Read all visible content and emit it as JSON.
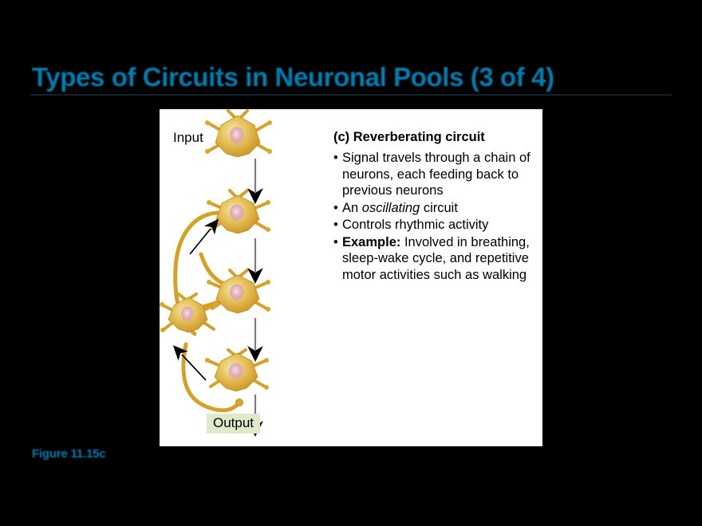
{
  "slide": {
    "title": "Types of Circuits in Neuronal Pools (3 of 4)",
    "figure_caption": "Figure 11.15c",
    "title_color": "#1b7ea3",
    "background_color": "#000000",
    "panel_background": "#ffffff"
  },
  "figure": {
    "heading": "(c) Reverberating circuit",
    "input_label": "Input",
    "output_label": "Output",
    "output_box_color": "#dfe9cc",
    "neuron_color": "#d9a82d",
    "neuron_highlight": "#f0d68a",
    "nucleus_color": "#e2b3bd",
    "arrow_color": "#000000",
    "bullets": [
      {
        "marker": "•",
        "segments": [
          {
            "text": "Signal travels through a chain of neurons, each feeding back to previous neurons",
            "style": "normal"
          }
        ]
      },
      {
        "marker": "•",
        "segments": [
          {
            "text": "An ",
            "style": "normal"
          },
          {
            "text": "oscillating",
            "style": "italic"
          },
          {
            "text": " circuit",
            "style": "normal"
          }
        ]
      },
      {
        "marker": "•",
        "segments": [
          {
            "text": "Controls rhythmic activity",
            "style": "normal"
          }
        ]
      },
      {
        "marker": "•",
        "segments": [
          {
            "text": "Example:",
            "style": "bold"
          },
          {
            "text": " Involved in breathing, sleep-wake cycle, and repetitive motor activities such as walking",
            "style": "normal"
          }
        ]
      }
    ],
    "bullet_texts": [
      "Signal travels through a chain of neurons, each feeding back to previous neurons",
      "An oscillating circuit",
      "Controls rhythmic activity",
      "Example: Involved in breathing, sleep-wake cycle, and repetitive motor activities such as walking"
    ],
    "neuron_count": 5,
    "diagram_description": "Reverberating neuronal circuit: vertical chain of three principal neurons with downward signal arrows, plus two collateral neurons whose axons loop back to earlier neurons in the chain."
  }
}
